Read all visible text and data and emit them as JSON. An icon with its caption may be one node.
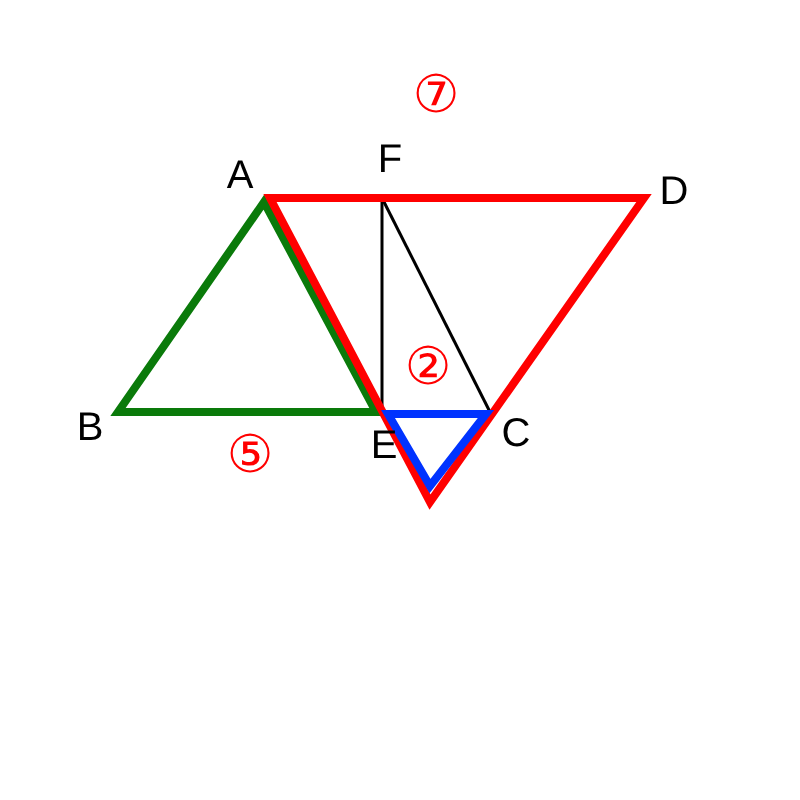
{
  "diagram": {
    "labels": [
      "⑦",
      "A",
      "F",
      "D",
      "②",
      "B",
      "E",
      "C",
      "⑤"
    ]
  }
}
